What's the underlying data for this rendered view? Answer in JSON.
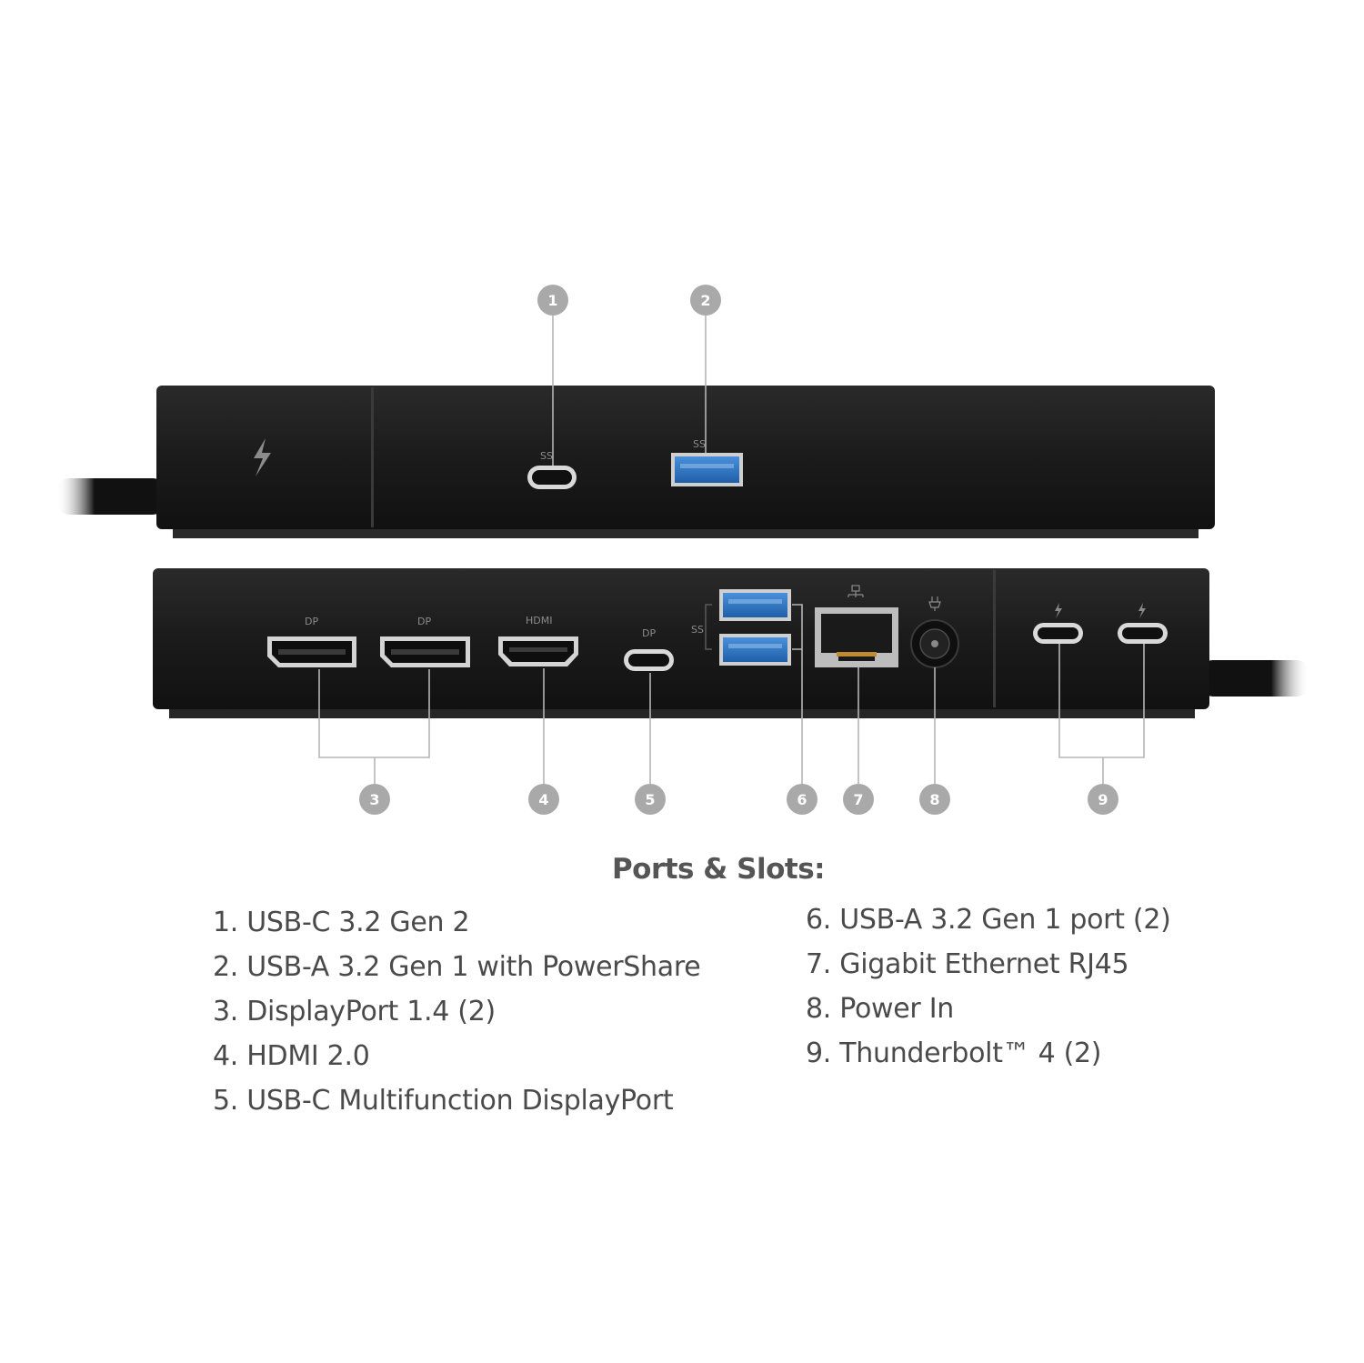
{
  "callouts": {
    "top": [
      "1",
      "2"
    ],
    "bottom": [
      "3",
      "4",
      "5",
      "6",
      "7",
      "8",
      "9"
    ]
  },
  "port_labels": {
    "displayport": "DP",
    "hdmi": "HDMI",
    "superspeed": "SS"
  },
  "legend": {
    "title": "Ports & Slots:",
    "left": [
      "1. USB-C 3.2 Gen 2",
      "2. USB-A 3.2 Gen 1 with PowerShare",
      "3. DisplayPort 1.4 (2)",
      "4. HDMI 2.0",
      "5. USB-C Multifunction DisplayPort"
    ],
    "right": [
      "6. USB-A 3.2 Gen 1 port (2)",
      "7. Gigabit Ethernet RJ45",
      "8. Power In",
      "9. Thunderbolt™ 4 (2)"
    ]
  },
  "colors": {
    "dock_body": "#1c1c1c",
    "callout_badge": "#a9a9a9",
    "usb3_blue": "#2f78c9",
    "text": "#4a4a4a"
  },
  "icons": [
    "thunderbolt-icon",
    "displayport-icon",
    "hdmi-icon",
    "network-icon",
    "power-icon"
  ]
}
